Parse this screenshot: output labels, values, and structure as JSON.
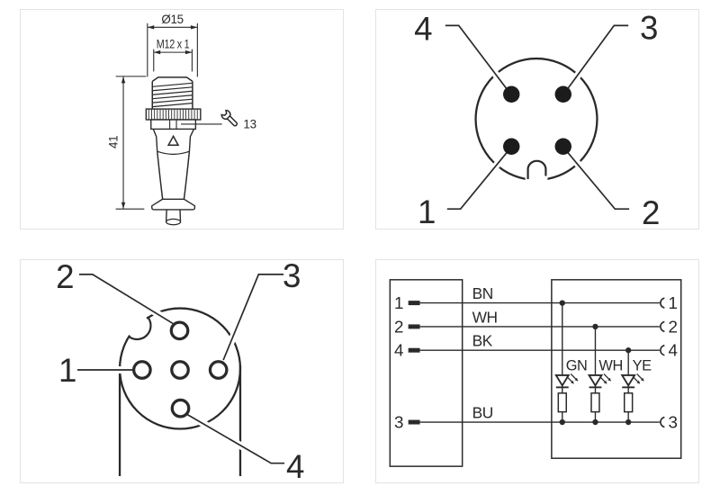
{
  "colors": {
    "background": "#ffffff",
    "line": "#2a2a2a",
    "pin_fill": "#1c1c1c",
    "panel_border": "#e3e3e3"
  },
  "panel_side_view": {
    "title": "connector-side-view",
    "dim_diameter": "Ø15",
    "dim_thread": "M12 x 1",
    "dim_length": "41",
    "wrench_size": "13"
  },
  "panel_male_face": {
    "title": "male-connector-face-view",
    "pin_top_left": "4",
    "pin_top_right": "3",
    "pin_bottom_left": "1",
    "pin_bottom_right": "2"
  },
  "panel_female_face": {
    "title": "female-connector-face-view",
    "pin_top": "2",
    "pin_right": "3",
    "pin_left": "1",
    "pin_bottom": "4"
  },
  "panel_wiring": {
    "title": "wiring-diagram",
    "left_pins": [
      "1",
      "2",
      "4",
      "3"
    ],
    "wire_colors": [
      "BN",
      "WH",
      "BK",
      "BU"
    ],
    "right_pins": [
      "1",
      "2",
      "4",
      "3"
    ],
    "led_labels": [
      "GN",
      "WH",
      "YE"
    ]
  }
}
